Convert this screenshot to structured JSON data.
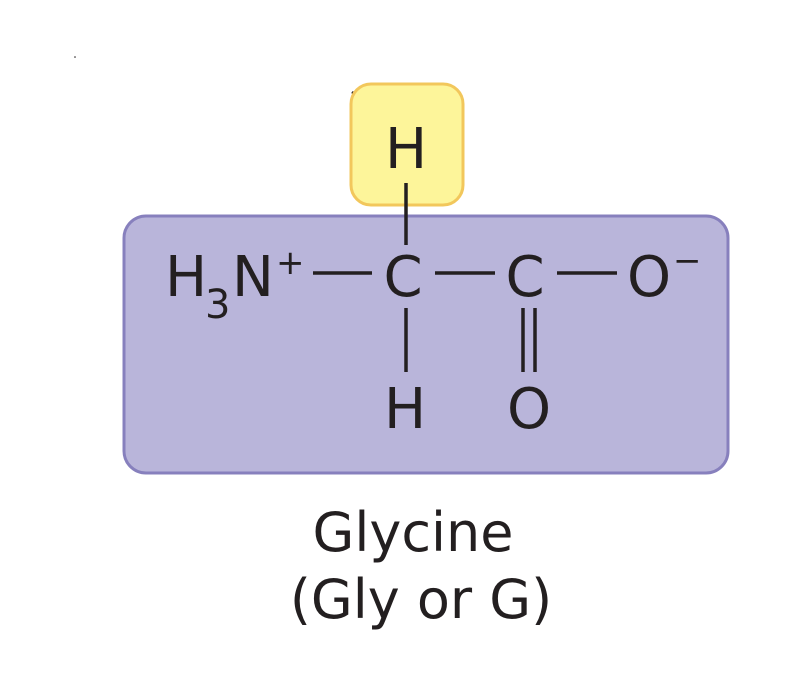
{
  "molecule": {
    "side_chain_h": "H",
    "amino": {
      "h": "H",
      "h_count": "3",
      "n": "N",
      "charge": "+"
    },
    "alpha_carbon": "C",
    "alpha_h": "H",
    "carboxyl_carbon": "C",
    "carbonyl_oxygen": "O",
    "carboxylate": {
      "o": "O",
      "charge": "−"
    }
  },
  "caption": {
    "name": "Glycine",
    "abbreviation": "(Gly or G)"
  },
  "colors": {
    "side_chain_fill": "#fdf59a",
    "side_chain_stroke": "#f2c75c",
    "backbone_fill": "#b9b5da",
    "backbone_stroke": "#8780bd",
    "text": "#231f20"
  }
}
